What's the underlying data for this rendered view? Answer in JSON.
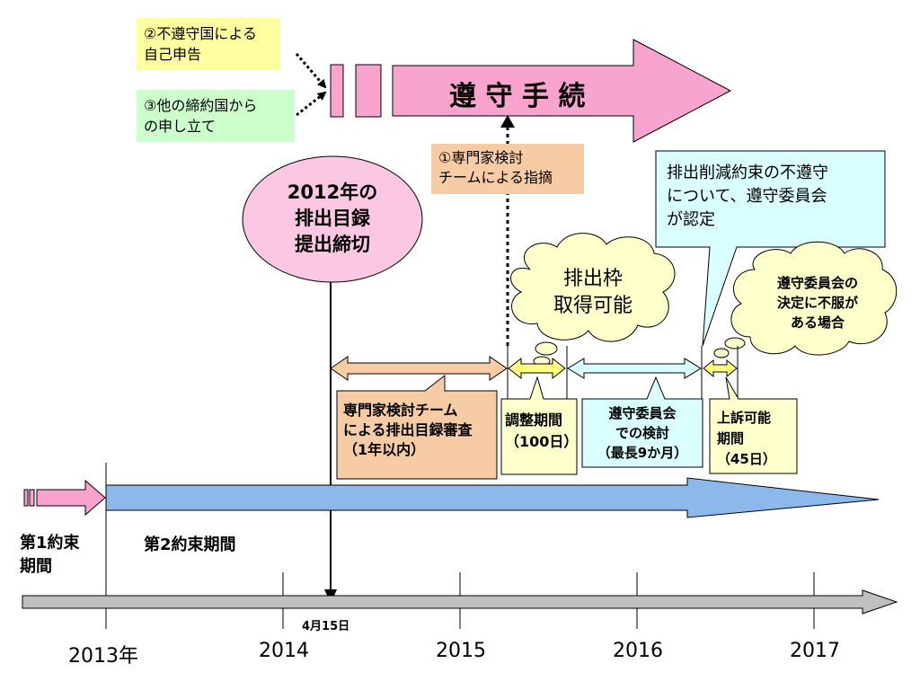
{
  "colors": {
    "pink": "#F9A3CF",
    "blue_arrow": "#8DB8EC",
    "orange": "#F7CBA4",
    "light_yellow": "#FFFFA0",
    "light_green": "#CCFFCC",
    "light_cyan": "#D9FFFF",
    "cream": "#FFFFCC",
    "gray_axis": "#C0C0C0"
  },
  "top": {
    "label_self_report": "②不遵守国による\n自己申告",
    "label_other_party": "③他の締約国から\nの申し立て",
    "compliance_procedure": "遵 守 手 続",
    "expert_review_note": "①専門家検討\nチームによる指摘"
  },
  "deadline_bubble": "2012年の\n排出目録\n提出締切",
  "cloud_credits": "排出枠\n取得可能",
  "callout_committee": "排出削減約束の不遵守\nについて、遵守委員会\nが認定",
  "cloud_appeal": "遵守委員会の\n決定に不服が\nある場合",
  "periods": {
    "expert_review": "専門家検討チーム\nによる排出目録審査\n（1年以内）",
    "adjustment": "調整期間\n（100日）",
    "committee_review": "遵守委員会\nでの検討\n（最長9か月）",
    "appeal": "上訴可能\n期間\n（45日）"
  },
  "commitment": {
    "first": "第1約束\n期間",
    "second": "第2約束期間"
  },
  "date_label": "4月15日",
  "years": [
    "2013年",
    "2014",
    "2015",
    "2016",
    "2017"
  ]
}
